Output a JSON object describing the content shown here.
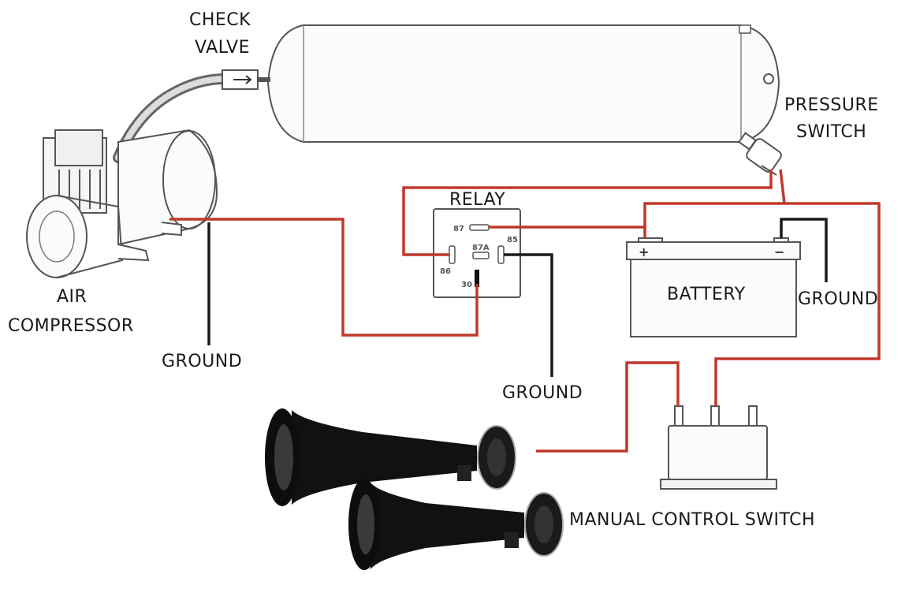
{
  "title": "",
  "labels": {
    "check_valve_1": "CHECK",
    "check_valve_2": "VALVE",
    "pressure_switch_1": "PRESSURE",
    "pressure_switch_2": "SWITCH",
    "relay": "RELAY",
    "air_compressor_1": "AIR",
    "air_compressor_2": "COMPRESSOR",
    "battery": "BATTERY",
    "ground_compressor": "GROUND",
    "ground_relay": "GROUND",
    "ground_battery": "GROUND",
    "manual_control_switch": "MANUAL CONTROL SWITCH"
  },
  "relay_pins": {
    "p87": "87",
    "p87a": "87A",
    "p85": "85",
    "p86": "86",
    "p30": "30"
  },
  "battery_terminals": {
    "positive": "+",
    "negative": "−"
  },
  "colors": {
    "power_wire": "#c0392b",
    "ground_wire": "#1a1a1a",
    "horn": "#111111",
    "outline": "#555555"
  }
}
